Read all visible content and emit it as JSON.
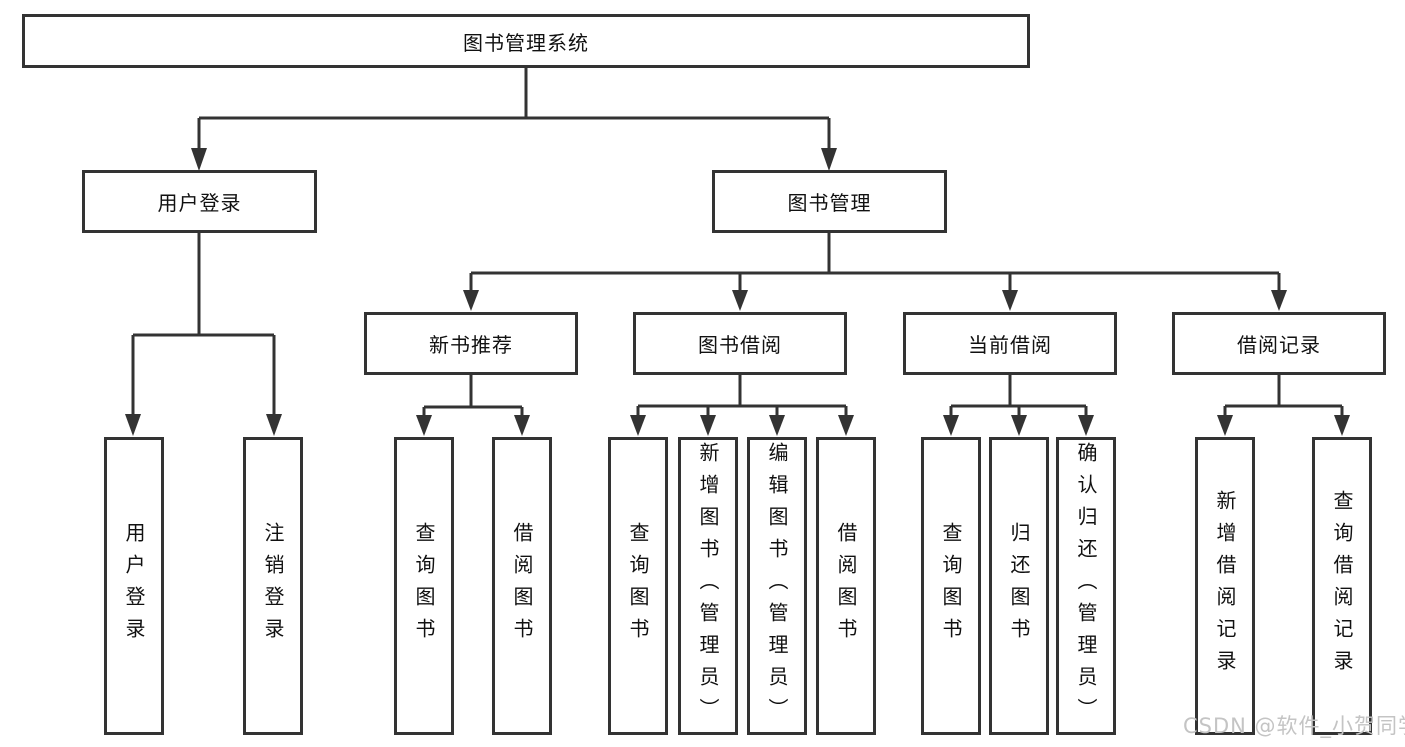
{
  "diagram": {
    "root": {
      "label": "图书管理系统"
    },
    "level1": [
      {
        "label": "用户登录"
      },
      {
        "label": "图书管理"
      }
    ],
    "level2": [
      {
        "label": "新书推荐"
      },
      {
        "label": "图书借阅"
      },
      {
        "label": "当前借阅"
      },
      {
        "label": "借阅记录"
      }
    ],
    "leaves": {
      "user_login": [
        "用户登录",
        "注销登录"
      ],
      "new_book": [
        "查询图书",
        "借阅图书"
      ],
      "book_borrow": [
        "查询图书",
        "新增图书（管理员）",
        "编辑图书（管理员）",
        "借阅图书"
      ],
      "current_borrow": [
        "查询图书",
        "归还图书",
        "确认归还（管理员）"
      ],
      "records": [
        "新增借阅记录",
        "查询借阅记录"
      ]
    }
  },
  "watermark": {
    "text": "CSDN @软件_小贺同学"
  },
  "colors": {
    "line": "#333333",
    "box_border": "#333333",
    "text": "#111111",
    "watermark": "#c4c4c4",
    "background": "#ffffff"
  }
}
